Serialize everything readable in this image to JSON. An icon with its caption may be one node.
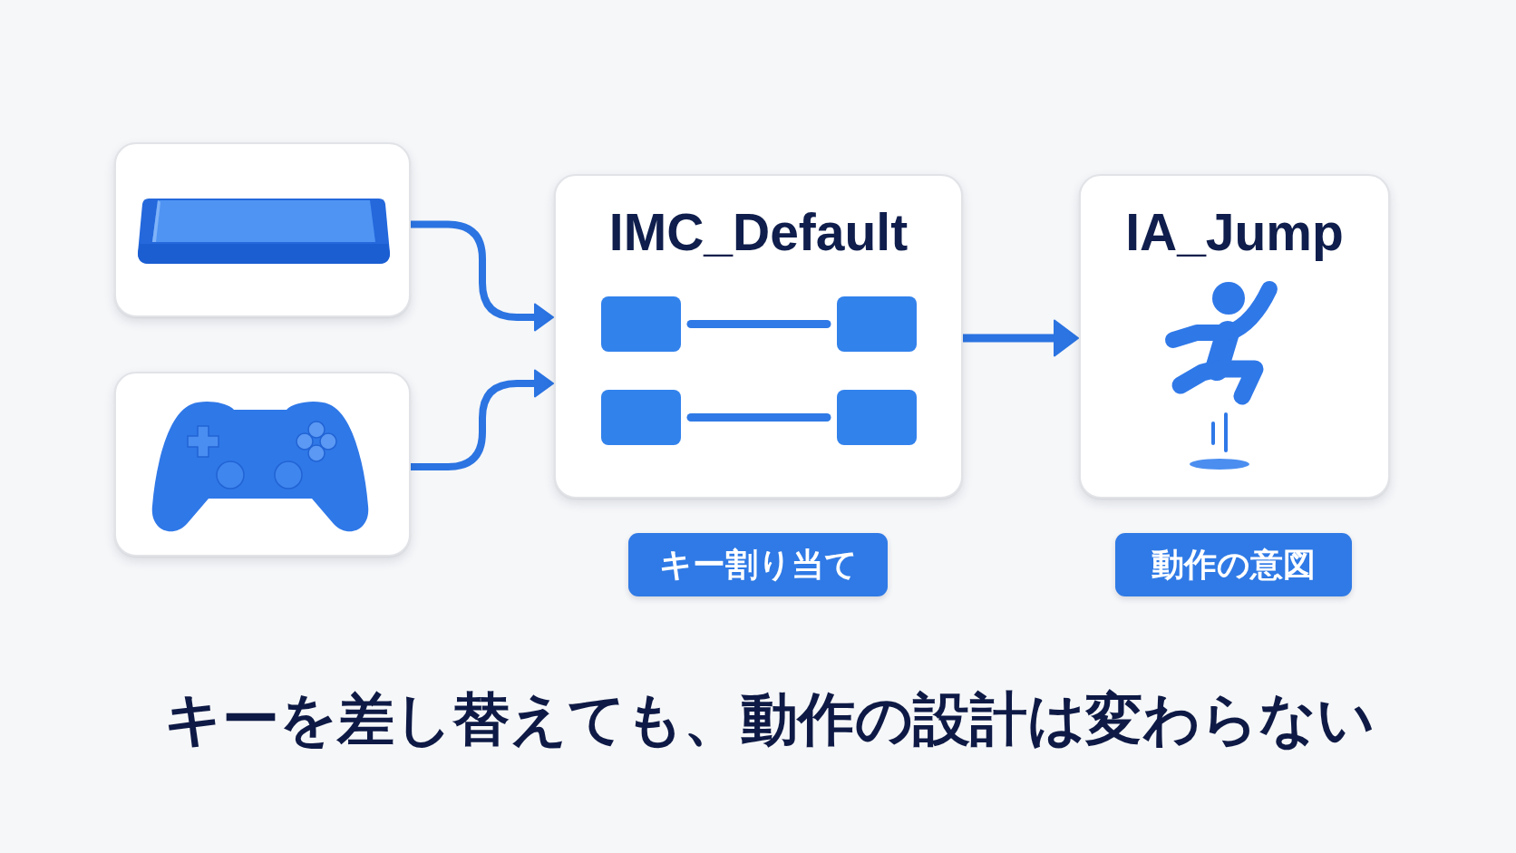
{
  "diagram": {
    "caption": "キーを差し替えても、動作の設計は変わらない",
    "nodes": [
      {
        "text": [],
        "shape": "picture"
      },
      {
        "text": [],
        "shape": "picture"
      },
      {
        "text": [
          "IMC_Default"
        ]
      },
      {
        "text": [
          "キー割り当て"
        ]
      },
      {
        "text": [
          "IA_Jump"
        ]
      },
      {
        "text": [
          "動作の意図"
        ]
      }
    ],
    "edges": [
      {
        "from": 0,
        "to": 2,
        "arrow": "to"
      },
      {
        "from": 1,
        "to": 2,
        "arrow": "to"
      },
      {
        "from": 2,
        "to": 4,
        "arrow": "to"
      }
    ]
  }
}
